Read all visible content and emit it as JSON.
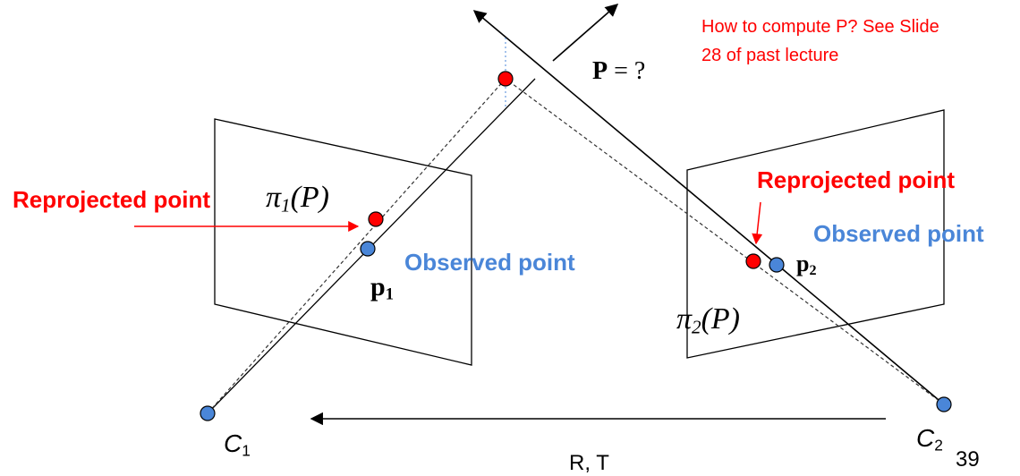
{
  "note": {
    "line1": "How to compute P? See Slide",
    "line2": "28 of past lecture"
  },
  "unknown_point": {
    "symbol": "P",
    "equals": "= ?"
  },
  "left_view": {
    "reprojected_label": "Reprojected point",
    "projection_func": "π",
    "projection_sub": "1",
    "projection_arg": "(P)",
    "observed_label": "Observed point",
    "observed_symbol": "p",
    "observed_sub": "1",
    "center_letter": "C",
    "center_sub": "1"
  },
  "right_view": {
    "reprojected_label": "Reprojected point",
    "projection_func": "π",
    "projection_sub": "2",
    "projection_arg": "(P)",
    "observed_label": "Observed point",
    "observed_symbol": "p",
    "observed_sub": "2",
    "center_letter": "C",
    "center_sub": "2"
  },
  "baseline_label": "R, T",
  "slide_number": "39",
  "colors": {
    "red_point": "#ff0000",
    "blue_point": "#4a86d8",
    "annotation_red": "#ff0000",
    "annotation_blue": "#4a86d8"
  }
}
